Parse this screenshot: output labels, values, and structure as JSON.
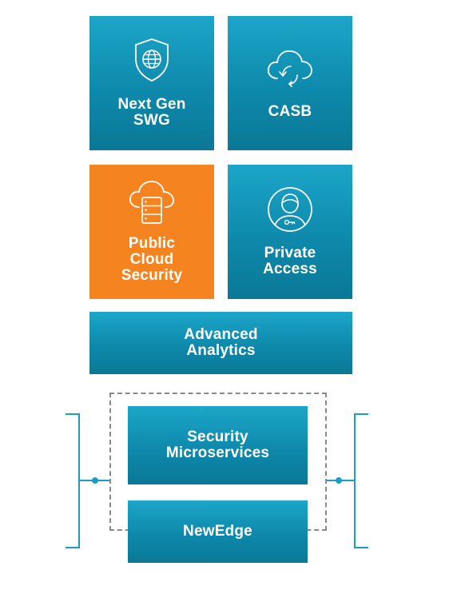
{
  "tiles": {
    "next_gen_swg": {
      "label": "Next Gen\nSWG",
      "icon": "shield-globe-icon"
    },
    "casb": {
      "label": "CASB",
      "icon": "cloud-sync-icon"
    },
    "public_cloud_security": {
      "label": "Public\nCloud\nSecurity",
      "icon": "cloud-server-icon"
    },
    "private_access": {
      "label": "Private\nAccess",
      "icon": "user-key-icon"
    },
    "advanced_analytics": {
      "label": "Advanced\nAnalytics"
    },
    "security_microservices": {
      "label": "Security\nMicroservices"
    },
    "newedge": {
      "label": "NewEdge"
    }
  },
  "colors": {
    "blue_light": "#1ca6c9",
    "blue_dark": "#0b7896",
    "orange": "#f58420",
    "bracket": "#1a9fc4",
    "dashed_border": "#8a8a8a"
  }
}
